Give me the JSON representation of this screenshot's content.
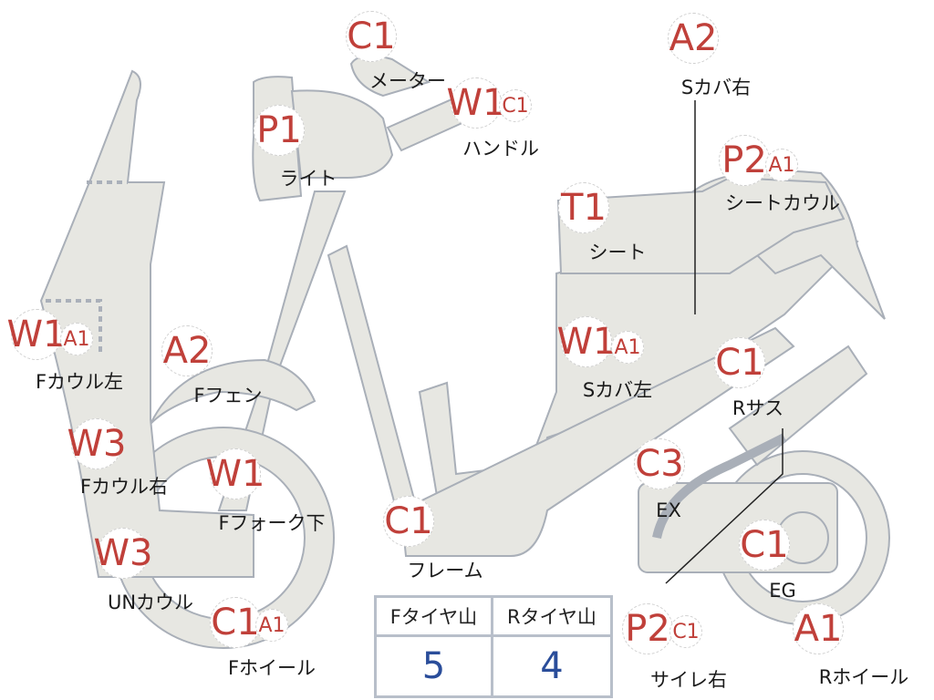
{
  "parts": [
    {
      "label": "メーター",
      "grade": "C1"
    },
    {
      "label": "ライト",
      "grade": "P1"
    },
    {
      "label": "ハンドル",
      "grade": "W1",
      "sub": "C1"
    },
    {
      "label": "Sカバ右",
      "grade": "A2"
    },
    {
      "label": "シートカウル",
      "grade": "P2",
      "sub": "A1"
    },
    {
      "label": "シート",
      "grade": "T1"
    },
    {
      "label": "Fカウル左",
      "grade": "W1",
      "sub": "A1"
    },
    {
      "label": "Fフェン",
      "grade": "A2"
    },
    {
      "label": "Sカバ左",
      "grade": "W1",
      "sub": "A1"
    },
    {
      "label": "Rサス",
      "grade": "C1"
    },
    {
      "label": "Fカウル右",
      "grade": "W3"
    },
    {
      "label": "Fフォーク下",
      "grade": "W1"
    },
    {
      "label": "EX",
      "grade": "C3"
    },
    {
      "label": "フレーム",
      "grade": "C1"
    },
    {
      "label": "UNカウル",
      "grade": "W3"
    },
    {
      "label": "EG",
      "grade": "C1"
    },
    {
      "label": "Fホイール",
      "grade": "C1",
      "sub": "A1"
    },
    {
      "label": "サイレ右",
      "grade": "P2",
      "sub": "C1"
    },
    {
      "label": "Rホイール",
      "grade": "A1"
    }
  ],
  "tire_table": {
    "front_header": "Fタイヤ山",
    "rear_header": "Rタイヤ山",
    "front_value": "5",
    "rear_value": "4"
  },
  "colors": {
    "grade": "#c0403a",
    "value": "#2a4d9a",
    "part_fill": "#e7e7e2",
    "part_stroke": "#a9afb8"
  }
}
